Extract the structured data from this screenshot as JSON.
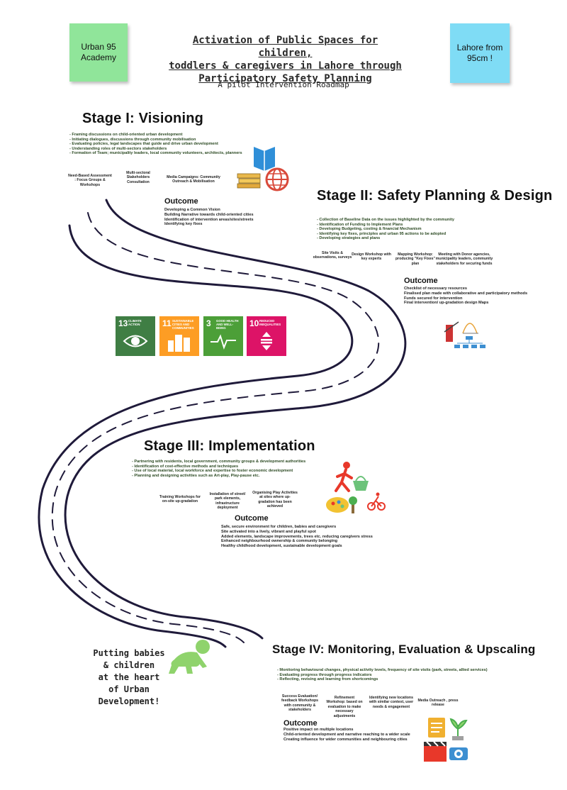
{
  "notes": {
    "left": "Urban 95 Academy",
    "right": "Lahore from 95cm !",
    "left_color": "#90e59a",
    "right_color": "#7fdcf5"
  },
  "title": {
    "line1": "Activation of Public Spaces for children,",
    "line2": "toddlers & caregivers in Lahore through",
    "line3": "Participatory Safety Planning",
    "subtitle": "A pilot Intervention Roadmap"
  },
  "stage1": {
    "heading": "Stage I:  Visioning",
    "bullets": [
      "Framing discussions on child-oriented urban development",
      "Initiating dialogues, discussions through community mobilisation",
      "Evaluating  policies, legal landscapes that guide and drive urban development",
      "Understanding roles of multi-sectors stakeholders",
      "Formation of Team; municipality leaders, local community volunteers, architects, planners"
    ],
    "activities": [
      "Need-Based Assessment : Focus Groups & Workshops",
      "Multi-sectoral Stakeholders Consultation",
      "Media Campaigns: Community Outreach & Mobilisation"
    ],
    "outcome_heading": "Outcome",
    "outcomes": [
      "Developing a Common Vision",
      "Building Narrative towards child-oriented cities",
      "Identification of intervention areas/sites/streets",
      "Identifying key fixes"
    ]
  },
  "stage2": {
    "heading": "Stage II: Safety Planning & Design",
    "bullets": [
      "Collection of Baseline Data on the issues highlighted by the community",
      "Identification of Funding to Implement Plans",
      "Developing Budgeting, costing & financial Mechanism",
      "Identifying key fixes, principles and urban 95 actions to be adopted",
      "Developing strategies and plans"
    ],
    "activities": [
      "Site Visits & observations, surveys",
      "Design Workshop with key experts",
      "Mapping Workshop: producing \"Key Fixes\" plan",
      "Meeting with Donor agencies, municipality leaders, community stakeholders for securing funds"
    ],
    "outcome_heading": "Outcome",
    "outcomes": [
      "Checklist of necessary resources",
      "Finalised plan made with  collaborative and participatory methods",
      "Funds secured for intervention",
      "Final intervention/ up-gradation design Maps"
    ]
  },
  "sdgs": [
    {
      "num": "13",
      "label": "CLIMATE ACTION",
      "color": "#3f7e44"
    },
    {
      "num": "11",
      "label": "SUSTAINABLE CITIES AND COMMUNITIES",
      "color": "#fd9d24"
    },
    {
      "num": "3",
      "label": "GOOD HEALTH AND WELL-BEING",
      "color": "#4c9f38"
    },
    {
      "num": "10",
      "label": "REDUCED INEQUALITIES",
      "color": "#dd1367"
    }
  ],
  "stage3": {
    "heading": "Stage III: Implementation",
    "bullets": [
      "Partnering with residents, local government, community groups & development authorities",
      "Identification of cost-effective methods and techniques",
      "Use of local material, local workforce and expertise to foster economic development",
      "Planning and designing activities such as Art-play, Play-pause etc."
    ],
    "activities": [
      "Training Workshops for on-site up-gradation",
      "Installation of street/ park elements, infrastructure deployment",
      "Organising Play Activities at sites where up-gradation has been achieved"
    ],
    "outcome_heading": "Outcome",
    "outcomes": [
      "Safe, secure environment for children, babies and caregivers",
      "Site activated into a lively, vibrant and playful spot",
      "Added elements, landscape improvements, trees etc. reducing caregivers stress",
      "Enhanced neighbourhood ownership & community belonging",
      "Healthy childhood development, sustainable development goals"
    ]
  },
  "stage4": {
    "heading": "Stage IV: Monitoring, Evaluation & Upscaling",
    "bullets": [
      "Monitoring behavioural changes, physical activity levels, frequency of site visits (park, streets, allied services)",
      "Evaluating progress through progress indicators",
      "Reflecting, revising and learning from shortcomings"
    ],
    "activities": [
      "Success Evaluation/ feedback Workshops with community & stakeholders",
      "Refinement Workshop: based on evaluation to make necessary adjustments",
      "Identifying new locations with similar context, user needs & engagement",
      "Media Outreach , press release"
    ],
    "outcome_heading": "Outcome",
    "outcomes": [
      "Positive impact on multiple locations",
      "Child-oriented development and narrative reaching to a wider scale",
      "Creating influence for wider communities and neighbouring cities"
    ]
  },
  "baby_text": {
    "l1": "Putting babies",
    "l2": "& children",
    "l3": "at the heart",
    "l4": "of Urban",
    "l5": "Development!"
  },
  "colors": {
    "road": "#1f1a3a",
    "baby": "#8fd36c",
    "bullet_text": "#2c4a23"
  }
}
